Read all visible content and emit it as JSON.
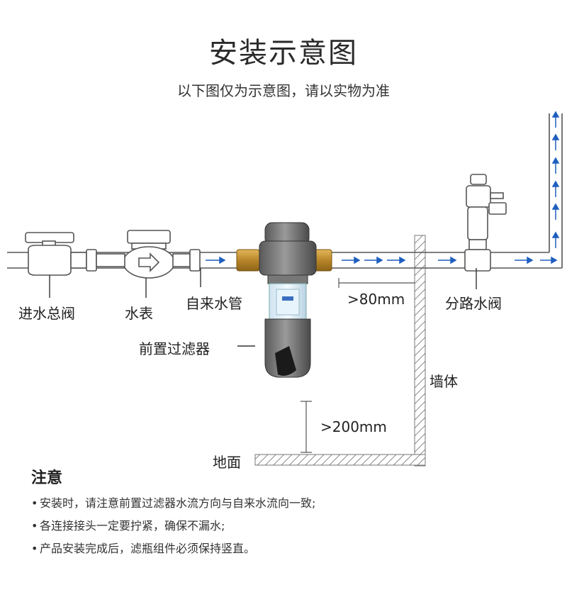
{
  "title": "安装示意图",
  "subtitle": "以下图仅为示意图，请以实物为准",
  "labels": {
    "main_valve": "进水总阀",
    "water_meter": "水表",
    "tap_pipe": "自来水管",
    "pre_filter": "前置过滤器",
    "branch_valve": "分路水阀",
    "wall_distance": ">80mm",
    "floor_distance": ">200mm",
    "wall": "墙体",
    "floor": "地面"
  },
  "notes": {
    "heading": "注意",
    "items": [
      "安装时，请注意前置过滤器水流方向与自来水流向一致;",
      "各连接接头一定要拧紧，确保不漏水;",
      "产品安装完成后，滤瓶组件必须保持竖直。"
    ]
  },
  "colors": {
    "pipe_stroke": "#555555",
    "flow_arrow": "#1f5fbf",
    "brass": "#c8962e",
    "filter_body": "#6b6b6b",
    "wall_hatch": "#888888"
  },
  "icons": [
    "valve-icon",
    "water-meter-icon",
    "filter-icon",
    "flow-arrow-icon",
    "wall-hatch"
  ]
}
